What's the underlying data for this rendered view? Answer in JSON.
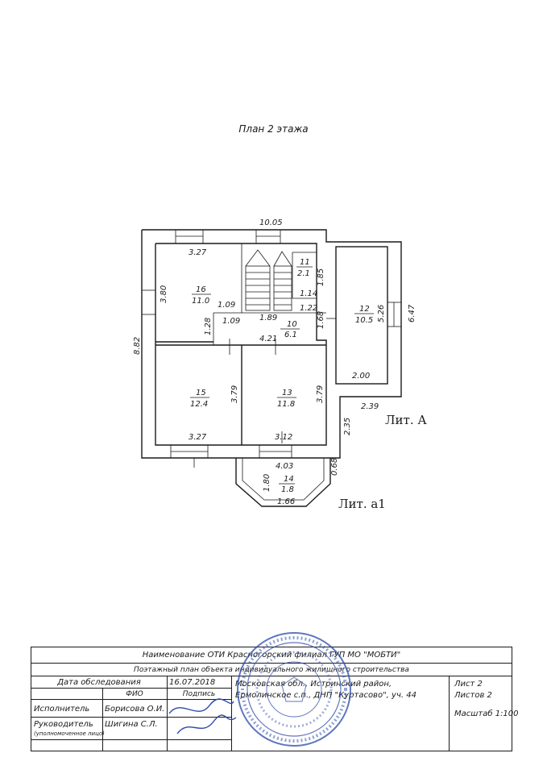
{
  "plan": {
    "title": "План 2 этажа",
    "labels": {
      "overall_width": "10.05",
      "overall_height": "8.82",
      "r16_width": "3.27",
      "r16_height": "3.80",
      "r16_num": "16",
      "r16_area": "11.0",
      "r16_inner": "1.09",
      "stair_bottom": "1.89",
      "r11_num": "11",
      "r11_area": "2.1",
      "r11_height": "1.85",
      "r11_width": "1.14",
      "r10_top": "1.22",
      "r10_side": "1.68",
      "r10_num": "10",
      "r10_area": "6.1",
      "r10_width": "4.21",
      "corr_left": "1.09",
      "corr_h": "1.28",
      "r12_num": "12",
      "r12_area": "10.5",
      "r12_height": "5.26",
      "r12_width": "2.00",
      "outer_right": "6.47",
      "r15_num": "15",
      "r15_area": "12.4",
      "r15_height": "3.79",
      "r15_width": "3.27",
      "r13_num": "13",
      "r13_area": "11.8",
      "r13_height": "3.79",
      "r13_width": "3.12",
      "step_h": "2.39",
      "step_v": "2.35",
      "bay_top": "4.03",
      "bay_right": "0.68",
      "bay_left": "1.80",
      "r14_num": "14",
      "r14_area": "1.8",
      "bay_bottom": "1.66",
      "lit_a": "Лит. А",
      "lit_a1": "Лит. а1"
    }
  },
  "stamp": {
    "org": "Наименование ОТИ Красногорский филиал ГУП МО \"МОБТИ\"",
    "doc_title": "Поэтажный план объекта индивидуального жилищного строительства",
    "survey_label": "Дата обследования",
    "survey_date": "16.07.2018",
    "address_line1": "Московская обл., Истринский район,",
    "address_line2": "Ермолинское с.п., ДНП \"Куртасово\", уч. 44",
    "fio_header": "ФИО",
    "sign_header": "Подпись",
    "executor_label": "Исполнитель",
    "executor_name": "Борисова О.И.",
    "head_label": "Руководитель",
    "head_name": "Шигина С.Л.",
    "authorized_label": "(уполномоченное лицо)",
    "sheet": "Лист 2",
    "sheets": "Листов 2",
    "scale": "Масштаб 1:100"
  }
}
